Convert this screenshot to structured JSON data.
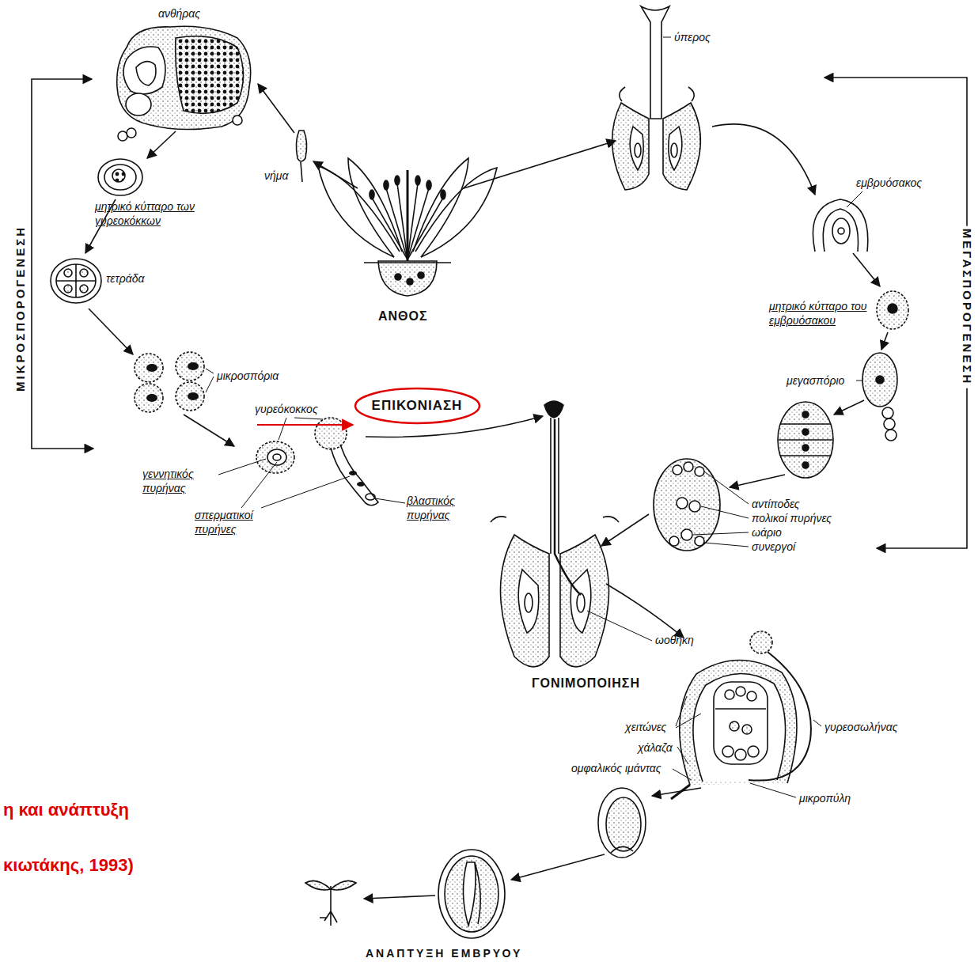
{
  "diagram": {
    "nodes": [
      {
        "text": [
          "ΕΠΙΚΟΝΙΑΣΗ"
        ]
      }
    ],
    "labels": [
      "ανθήρας",
      "νήμα",
      "μητρικό κύτταρο των γυρεοκόκκων",
      "τετράδα",
      "ΜΙΚΡΟΣΠΟΡΟΓΕΝΕΣΗ",
      "μικροσπόρια",
      "γυρεόκοκκος",
      "γεννητικός πυρήνας",
      "σπερματικοί πυρήνες",
      "βλαστικός πυρήνας",
      "ΑΝΘΟΣ",
      "ύπερος",
      "εμβρυόσακος",
      "μητρικό κύτταρο του εμβρυόσακου",
      "μεγασπόριο",
      "ΜΕΓΑΣΠΟΡΟΓΕΝΕΣΗ",
      "αντίποδες",
      "πολικοί πυρήνες",
      "ωάριο",
      "συνεργοί",
      "ωοθήκη",
      "ΓΟΝΙΜΟΠΟΙΗΣΗ",
      "χειτώνες",
      "χάλαζα",
      "ομφαλικός ιμάντας",
      "γυρεοσωλήνας",
      "μικροπύλη",
      "ΑΝΑΠΤΥΞΗ ΕΜΒΡΥΟΥ",
      "η και ανάπτυξη",
      "κιωτάκης, 1993)"
    ]
  }
}
